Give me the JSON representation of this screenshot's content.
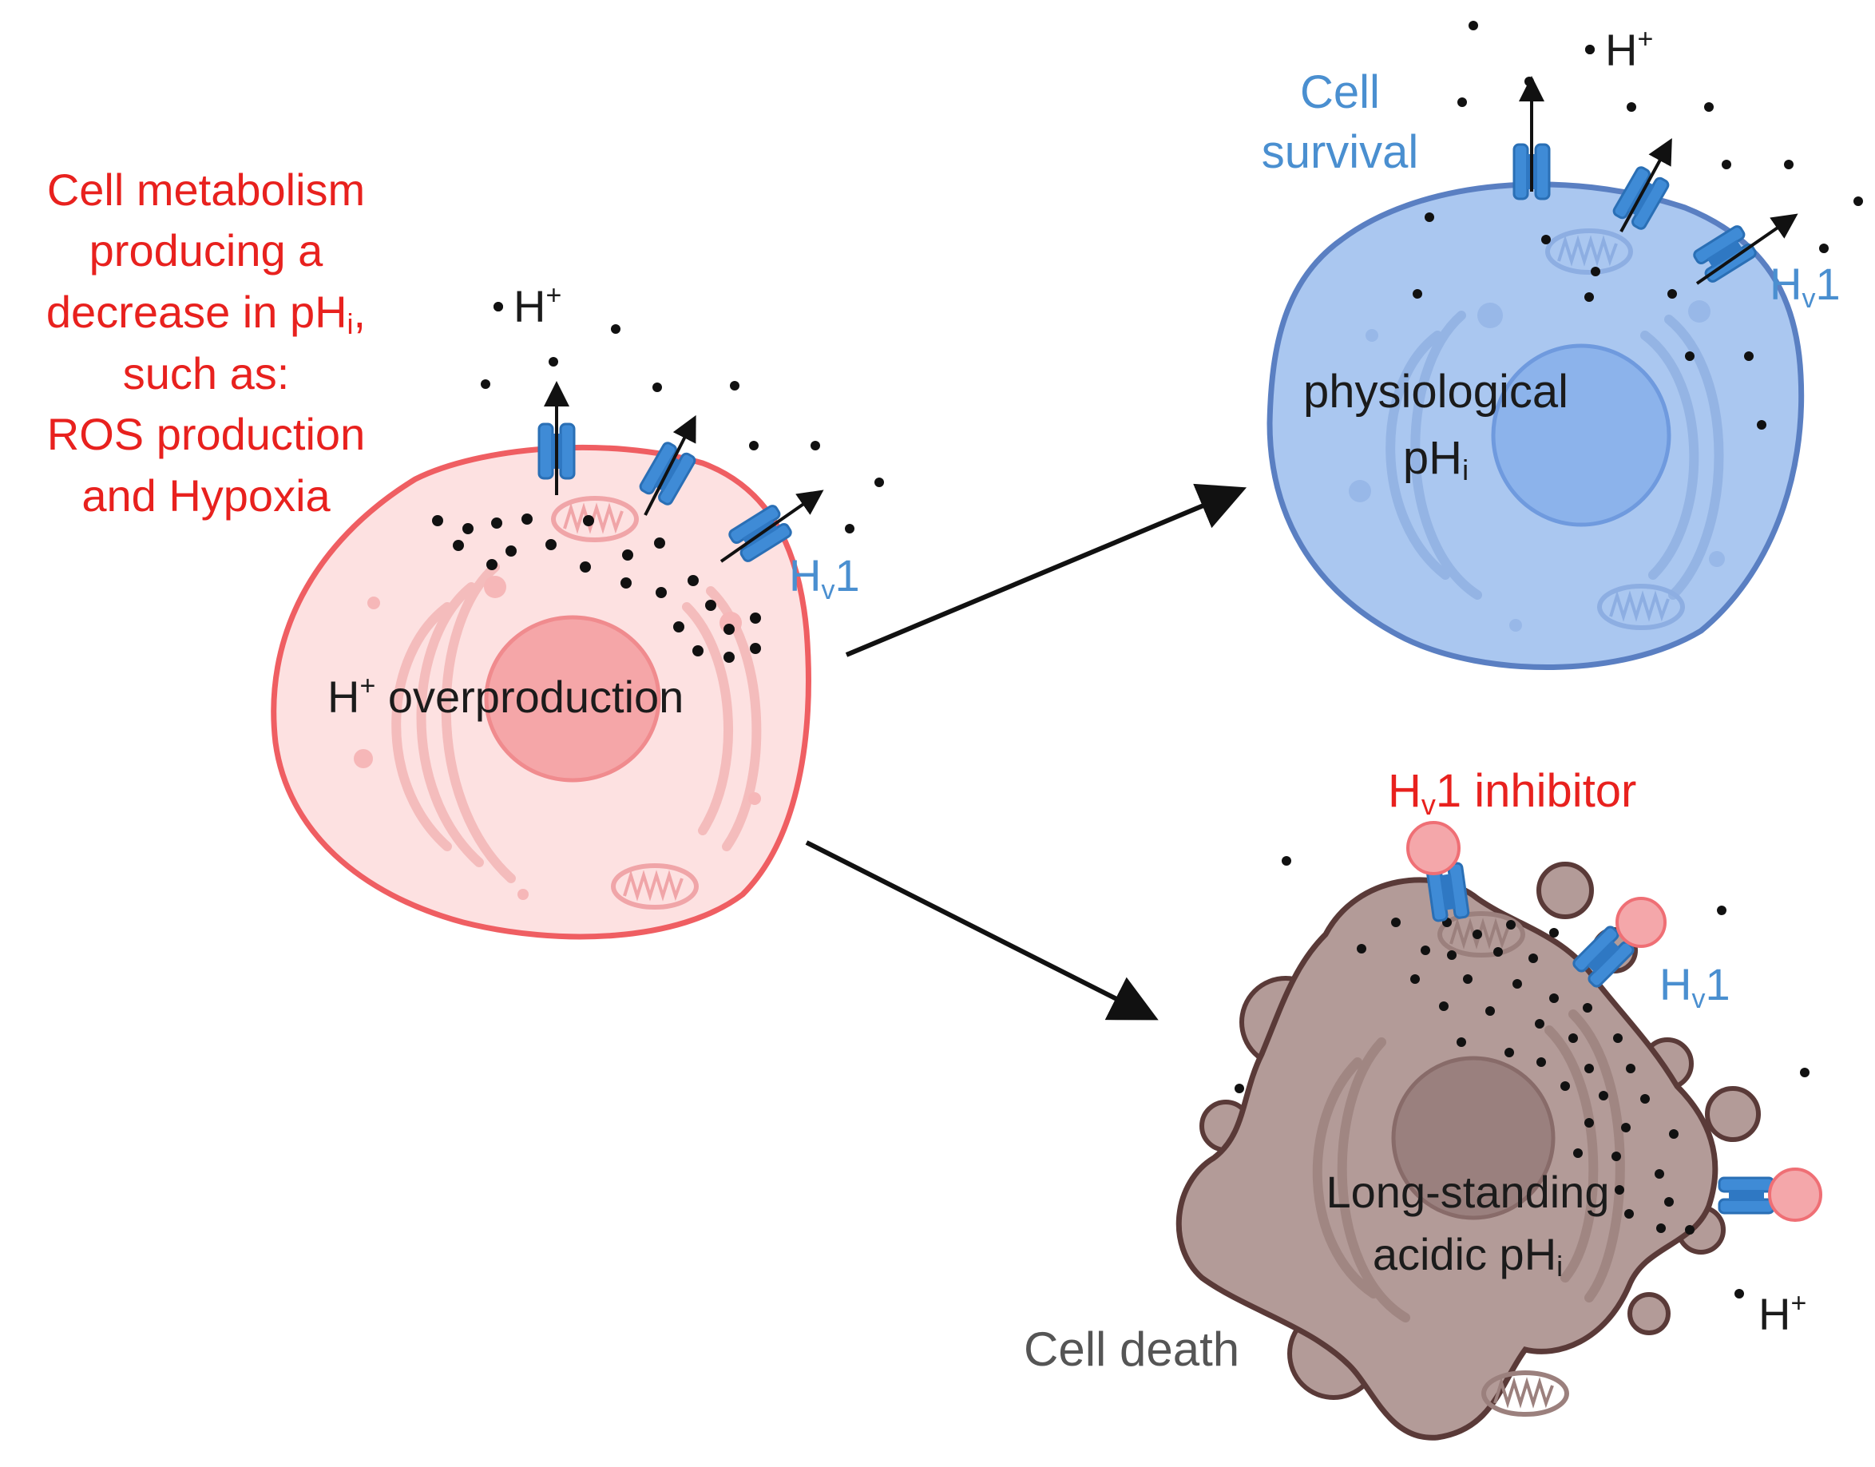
{
  "colors": {
    "red_text": "#e8211e",
    "blue_text": "#4a8fd0",
    "dark_text": "#1b1b1b",
    "gray_text": "#555555",
    "stressed_cell_fill": "#fde1e1",
    "stressed_cell_stroke": "#ef5e62",
    "healthy_cell_fill": "#aac7f0",
    "healthy_cell_stroke": "#5a7fc2",
    "dying_cell_fill": "#b39b98",
    "dying_cell_stroke": "#5a3a38",
    "channel": "#3f8bd6",
    "inhibitor": "#f4a7aa"
  },
  "left_panel": {
    "cause_lines": [
      "Cell metabolism",
      "producing a",
      "decrease in pH",
      "such as:",
      "ROS production",
      "and Hypoxia"
    ],
    "ph_subscript": "i",
    "ph_trailing": ",",
    "proton_label": "H",
    "proton_charge": "+",
    "center_label_prefix": "H",
    "center_label_charge": "+",
    "center_label_rest": " overproduction",
    "channel_label_h": "H",
    "channel_label_sub": "v",
    "channel_label_num": "1"
  },
  "top_right_panel": {
    "outcome_lines": [
      "Cell",
      "survival"
    ],
    "proton_label": "H",
    "proton_charge": "+",
    "center_line1": "physiological",
    "center_line2_main": "pH",
    "center_line2_sub": "i",
    "channel_label_h": "H",
    "channel_label_sub": "v",
    "channel_label_num": "1"
  },
  "bottom_right_panel": {
    "inhibitor_label_h": "H",
    "inhibitor_label_sub": "v",
    "inhibitor_label_rest": "1 inhibitor",
    "channel_label_h": "H",
    "channel_label_sub": "v",
    "channel_label_num": "1",
    "center_line1": "Long-standing",
    "center_line2_main": "acidic pH",
    "center_line2_sub": "i",
    "proton_label": "H",
    "proton_charge": "+",
    "outcome": "Cell death"
  },
  "icons": [
    "cell-icon",
    "nucleus-icon",
    "mitochondrion-icon",
    "endoplasmic-reticulum-icon",
    "proton-channel-icon",
    "inhibitor-icon",
    "arrow-icon"
  ]
}
